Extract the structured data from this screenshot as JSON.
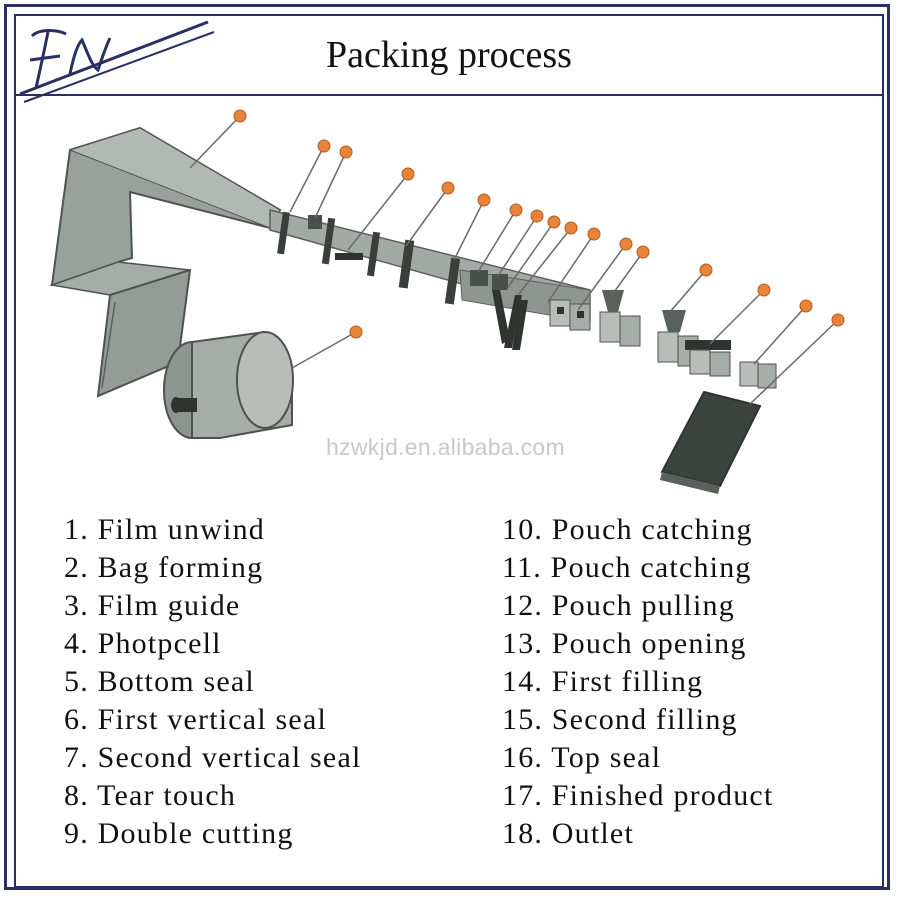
{
  "header": {
    "title": "Packing process",
    "logo_text": "FN"
  },
  "watermark": "hzwkjd.en.alibaba.com",
  "steps_left": [
    "1. Film unwind",
    "2. Bag forming",
    "3. Film guide",
    "4. Photpcell",
    "5. Bottom seal",
    "6. First vertical seal",
    "7. Second vertical seal",
    "8. Tear touch",
    "9. Double cutting"
  ],
  "steps_right": [
    "10. Pouch catching",
    "11. Pouch catching",
    "12. Pouch pulling",
    "13. Pouch opening",
    "14. First filling",
    "15. Second filling",
    "16. Top seal",
    "17. Finished product",
    "18. Outlet"
  ],
  "colors": {
    "frame": "#2a2f63",
    "marker": "#e8843a",
    "machine_gray": "#8e9590",
    "machine_dark": "#2f3430"
  }
}
